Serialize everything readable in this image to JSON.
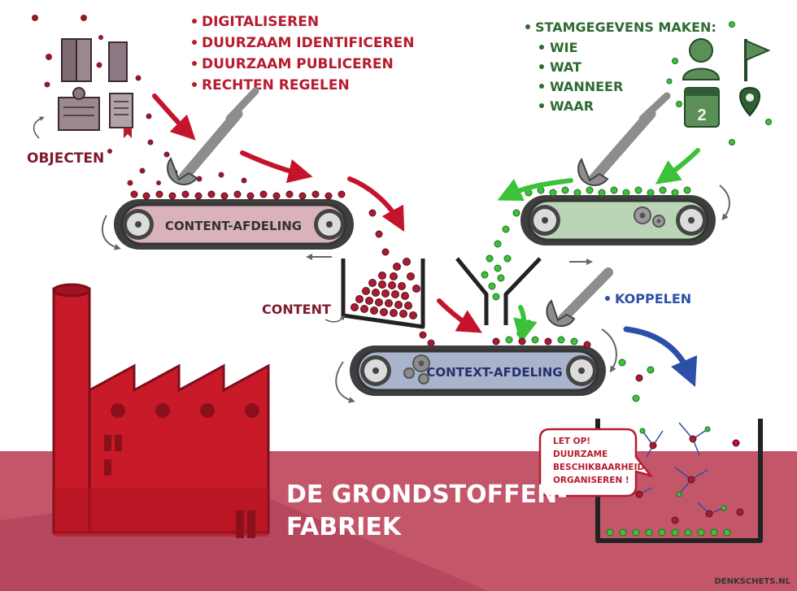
{
  "title": {
    "line1": "DE GRONDSTOFFEN-",
    "line2": "FABRIEK"
  },
  "red_list": [
    "DIGITALISEREN",
    "DUURZAAM IDENTIFICEREN",
    "DUURZAAM PUBLICEREN",
    "RECHTEN REGELEN"
  ],
  "green_list": {
    "heading": "STAMGEGEVENS MAKEN:",
    "items": [
      "WIE",
      "WAT",
      "WANNEER",
      "WAAR"
    ]
  },
  "labels": {
    "objecten": "OBJECTEN",
    "content": "CONTENT",
    "koppelen": "KOPPELEN",
    "calendar_day": "2"
  },
  "conveyors": {
    "content": "CONTENT-AFDELING",
    "stam": "",
    "context": "CONTEXT-AFDELING"
  },
  "bubble": {
    "lines": [
      "LET OP!",
      "DUURZAME",
      "BESCHIKBAARHEID",
      "ORGANISEREN !"
    ]
  },
  "credit": "DENKSCHETS.NL",
  "colors": {
    "red": "#b71c2e",
    "dark_red": "#8e1b2b",
    "green": "#2e9e3a",
    "dark_green": "#2f5e33",
    "blue": "#2c4fa8",
    "factory": "#c81a28",
    "ground": "#c4566a"
  },
  "icons": [
    "book-icon",
    "newspaper-icon",
    "document-icon",
    "person-icon",
    "flag-icon",
    "calendar-icon",
    "map-pin-icon",
    "wrench-icon",
    "gear-icon"
  ]
}
